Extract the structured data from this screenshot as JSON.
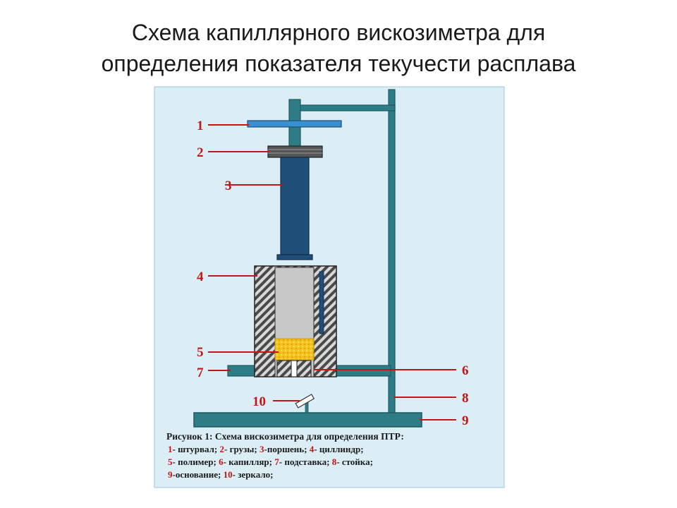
{
  "title": {
    "line1": "Схема капиллярного вискозиметра для",
    "line2": "определения показателя текучести расплава"
  },
  "labels": {
    "n1": "1",
    "n2": "2",
    "n3": "3",
    "n4": "4",
    "n5": "5",
    "n6": "6",
    "n7": "7",
    "n8": "8",
    "n9": "9",
    "n10": "10"
  },
  "caption": {
    "heading_prefix": "Рисунок 1:",
    "heading_text": " Схема вискозиметра для определения ПТР:",
    "line1": [
      {
        "num": "1",
        "text": "- штурвал; "
      },
      {
        "num": "2",
        "text": "- грузы; "
      },
      {
        "num": "3",
        "text": "-поршень; "
      },
      {
        "num": "4",
        "text": "- циллиндр;"
      }
    ],
    "line2": [
      {
        "num": "5",
        "text": "- полимер; "
      },
      {
        "num": "6",
        "text": "- капилляр; "
      },
      {
        "num": "7",
        "text": "- подставка;  "
      },
      {
        "num": "8",
        "text": "- стойка;"
      }
    ],
    "line3": [
      {
        "num": "9",
        "text": "-основание; "
      },
      {
        "num": "10",
        "text": "- зеркало;"
      }
    ]
  },
  "colors": {
    "panel_bg": "#dbeef6",
    "frame_teal": "#2e7d86",
    "piston_navy": "#1f4e79",
    "wheel_blue": "#3a8fd0",
    "cylinder_gray": "#c8c8c8",
    "polymer_yellow": "#f2c01a",
    "label_red": "#c41616"
  }
}
